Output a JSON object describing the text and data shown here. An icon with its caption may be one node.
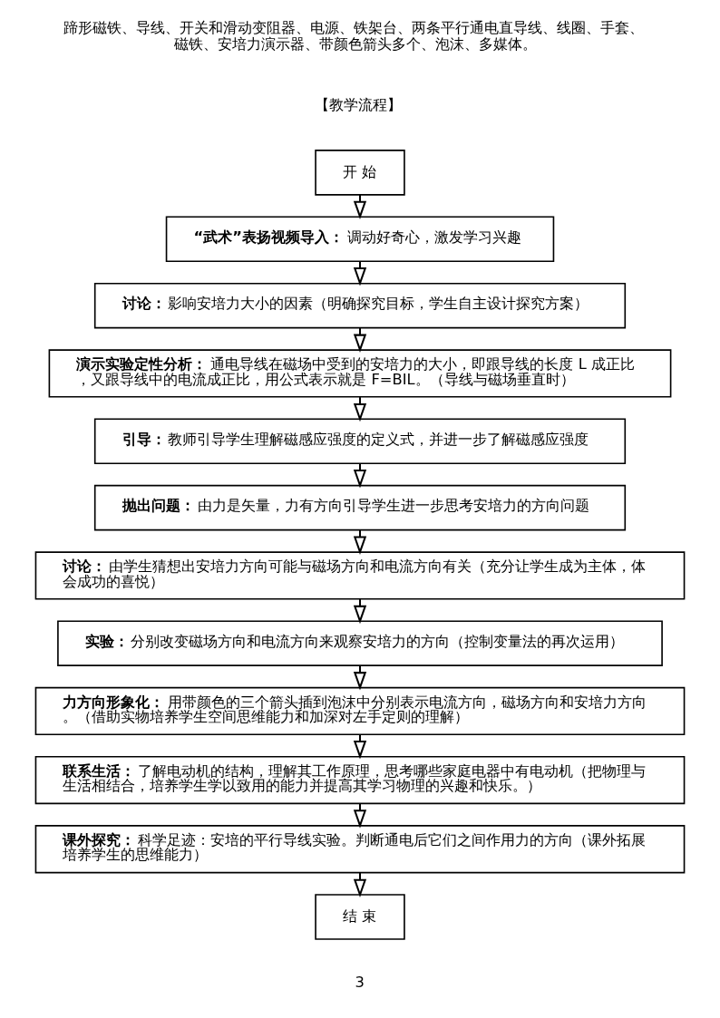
{
  "diagram": {
    "nodes": [
      {
        "text": [
          "开 始"
        ]
      },
      {
        "text": [
          "“武术”表扬视频导入：",
          "调动好奇心，激发学习兴趣"
        ]
      },
      {
        "text": [
          "讨论：",
          "影响安培力大小的因素（明确探究目标，学生自主设计探究方案）"
        ]
      },
      {
        "text": [
          "演示实验定性分析：",
          "通电导线在磁场中受到的安培力的大小，即跟导线的长度 L 成正比，又跟导线中的电流成正比，用公式表示就是 F=BIL。（导线与磁场垂直时）"
        ]
      },
      {
        "text": [
          "引导：",
          "教师引导学生理解磁感应强度的定义式，并进一步了解磁感应强度"
        ]
      },
      {
        "text": [
          "抛出问题：",
          "由力是矢量，力有方向引导学生进一步思考安培力的方向问题"
        ]
      },
      {
        "text": [
          "讨论：",
          "由学生猜想出安培力方向可能与磁场方向和电流方向有关（充分让学生成为主体，体会成功的喜悦）"
        ]
      },
      {
        "text": [
          "实验：",
          "分别改变磁场方向和电流方向来观察安培力的方向（控制变量法的再次运用）"
        ]
      },
      {
        "text": [
          "力方向形象化：",
          "用带颜色的三个箭头插到泡沫中分别表示电流方向，磁场方向和安培力方向。（借助实物培养学生空间思维能力和加深对左手定则的理解）"
        ]
      },
      {
        "text": [
          "联系生活：",
          "了解电动机的结构，理解其工作原理，思考哪些家庭电器中有电动机（把物理与生活相结合，培养学生学以致用的能力并提高其学习物理的兴趣和快乐。）"
        ]
      },
      {
        "text": [
          "课外探究：",
          "科学足迹：安培的平行导线实验。判断通电后它们之间作用力的方向（课外拓展培养学生的思维能力）"
        ]
      },
      {
        "text": [
          "结 束"
        ]
      }
    ],
    "edges": [
      {
        "from": 0,
        "to": 1,
        "arrow": "to"
      },
      {
        "from": 1,
        "to": 2,
        "arrow": "to"
      },
      {
        "from": 2,
        "to": 3,
        "arrow": "to"
      },
      {
        "from": 3,
        "to": 4,
        "arrow": "to"
      },
      {
        "from": 4,
        "to": 5,
        "arrow": "to"
      },
      {
        "from": 5,
        "to": 6,
        "arrow": "to"
      },
      {
        "from": 6,
        "to": 7,
        "arrow": "to"
      },
      {
        "from": 7,
        "to": 8,
        "arrow": "to"
      },
      {
        "from": 8,
        "to": 9,
        "arrow": "to"
      },
      {
        "from": 9,
        "to": 10,
        "arrow": "to"
      },
      {
        "from": 10,
        "to": 11,
        "arrow": "to"
      }
    ],
    "labels": [
      "蹄形磁铁、导线、开关和滑动变阻器、电源、铁架台、两条平行通电直导线、线圈、手套、磁铁、安培力演示器、带颜色箭头多个、泡沫、多媒体。",
      "【教学流程】",
      "3"
    ]
  }
}
